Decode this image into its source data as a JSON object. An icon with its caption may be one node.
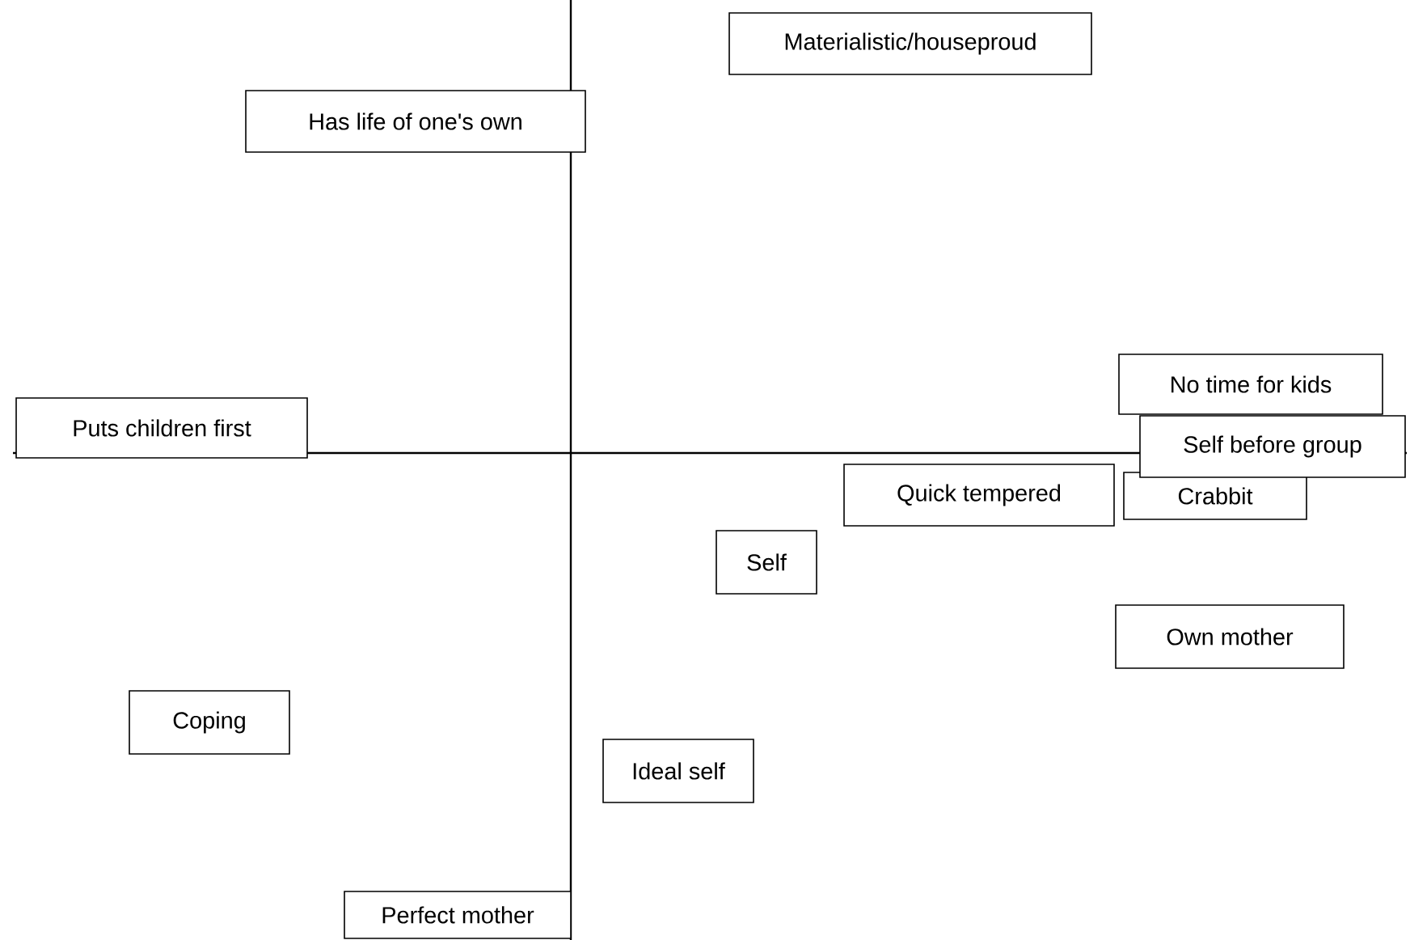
{
  "diagram": {
    "nodes": [
      {
        "text": [
          "Materialistic/houseproud"
        ]
      },
      {
        "text": [
          "Has life of one's own"
        ]
      },
      {
        "text": [
          "No time for kids"
        ]
      },
      {
        "text": [
          "Puts children first"
        ]
      },
      {
        "text": [
          "Self before group"
        ]
      },
      {
        "text": [
          "Quick tempered"
        ]
      },
      {
        "text": [
          "Crabbit"
        ]
      },
      {
        "text": [
          "Self"
        ]
      },
      {
        "text": [
          "Own mother"
        ]
      },
      {
        "text": [
          "Coping"
        ]
      },
      {
        "text": [
          "Ideal self"
        ]
      },
      {
        "text": [
          "Perfect mother"
        ]
      }
    ]
  }
}
